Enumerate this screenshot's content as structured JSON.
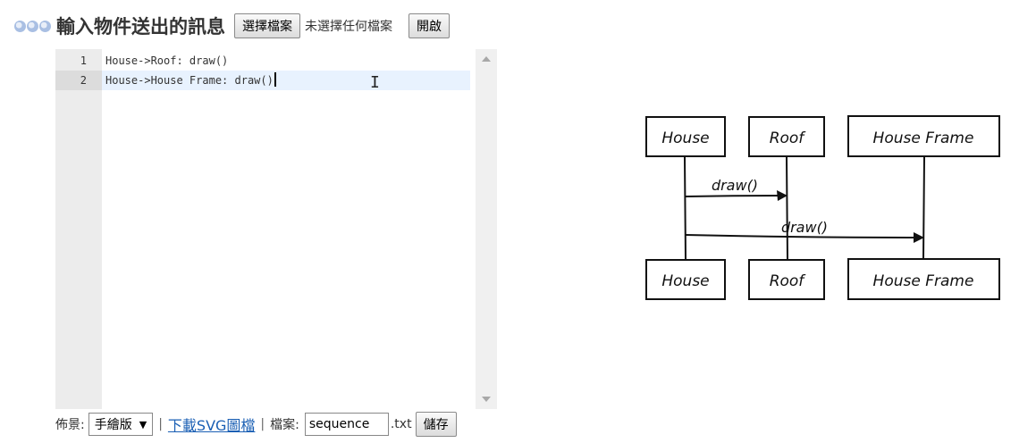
{
  "header": {
    "title": "輸入物件送出的訊息",
    "choose_file_label": "選擇檔案",
    "file_status": "未選擇任何檔案",
    "open_label": "開啟"
  },
  "editor": {
    "lines": [
      {
        "number": "1",
        "text": "House->Roof: draw()"
      },
      {
        "number": "2",
        "text": "House->House Frame: draw()"
      }
    ],
    "active_line": 2
  },
  "footer": {
    "background_label": "佈景:",
    "theme_selected": "手繪版",
    "separator": "|",
    "download_svg_label": "下載SVG圖檔",
    "file_label": "檔案:",
    "filename_value": "sequence",
    "extension": ".txt",
    "save_label": "儲存"
  },
  "diagram": {
    "participants": [
      "House",
      "Roof",
      "House Frame"
    ],
    "messages": [
      {
        "from": "House",
        "to": "Roof",
        "label": "draw()"
      },
      {
        "from": "House",
        "to": "House Frame",
        "label": "draw()"
      }
    ]
  }
}
